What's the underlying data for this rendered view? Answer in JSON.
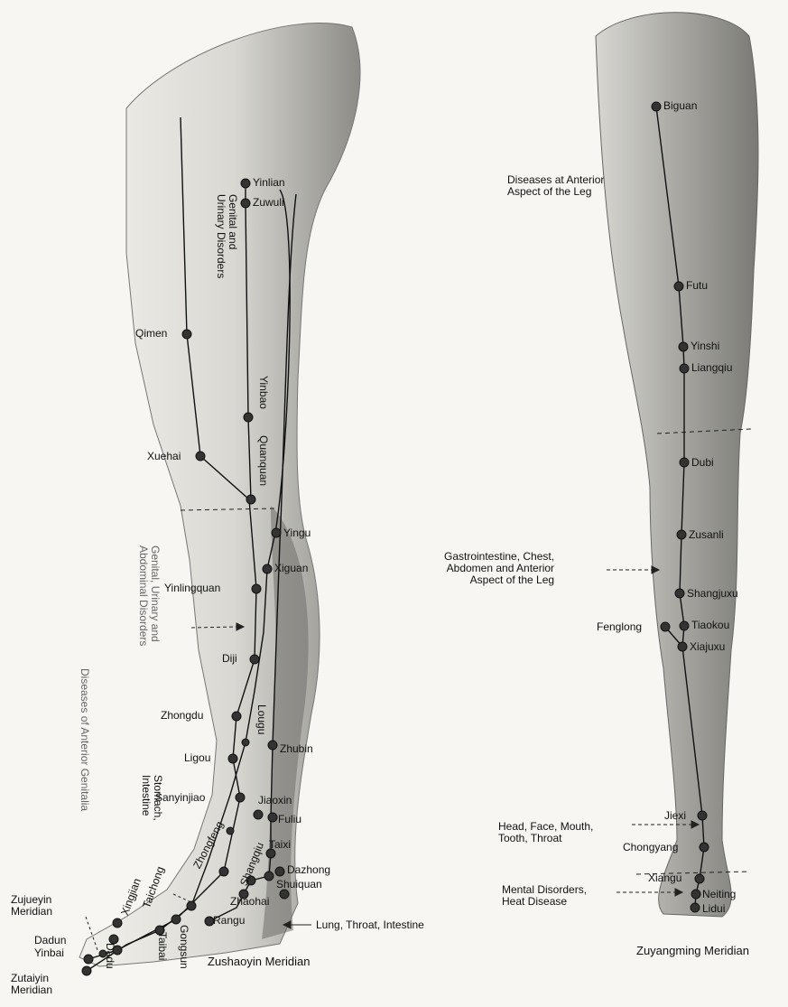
{
  "left_figure": {
    "title": "Zushaoyin Meridian",
    "side_labels": {
      "zujueyin": "Zujueyin\nMeridian",
      "zutaiyin": "Zutaiyin\nMeridian"
    },
    "regions": {
      "genital_urinary": "Genital and\nUrinary Disorders",
      "genital_urinary_abdominal": "Genital, Urinary and\nAbdominal Disorders",
      "anterior_genitalia": "Diseases of Anterior Genitalia",
      "stomach_intestine": "Stomach,\nIntestine",
      "lung_throat": "Lung, Throat, Intestine"
    },
    "points": {
      "yinlian": "Yinlian",
      "zuwuli": "Zuwuli",
      "qimen": "Qimen",
      "yinbao": "Yinbao",
      "xuehai": "Xuehai",
      "quanquan": "Quanquan",
      "yingu": "Yingu",
      "xiguan": "Xiguan",
      "yinlingquan": "Yinlingquan",
      "diji": "Diji",
      "zhongdu": "Zhongdu",
      "lougu": "Lougu",
      "zhubin": "Zhubin",
      "ligou": "Ligou",
      "sanyinjiao": "Sanyinjiao",
      "jiaoxin": "Jiaoxin",
      "fuliu": "Fuliu",
      "zhongfeng": "Zhongfeng",
      "shangqiu": "Shangqiu",
      "taixi": "Taixi",
      "dazhong": "Dazhong",
      "shuiquan": "Shuiquan",
      "taichong": "Taichong",
      "xingjian": "Xingjian",
      "zhaohai": "Zhaohai",
      "rangu": "Rangu",
      "dadun": "Dadun",
      "yinbai": "Yinbai",
      "dadu": "Dadu",
      "taibai": "Taibai",
      "gongsun": "Gongsun"
    }
  },
  "right_figure": {
    "title": "Zuyangming Meridian",
    "regions": {
      "anterior_leg": "Diseases at Anterior\nAspect of the Leg",
      "gastro": "Gastrointestine, Chest,\nAbdomen and Anterior\nAspect of the Leg",
      "head_face": "Head, Face, Mouth,\nTooth, Throat",
      "mental": "Mental Disorders,\nHeat Disease"
    },
    "points": {
      "biguan": "Biguan",
      "futu": "Futu",
      "yinshi": "Yinshi",
      "liangqiu": "Liangqiu",
      "dubi": "Dubi",
      "zusanli": "Zusanli",
      "shangjuxu": "Shangjuxu",
      "tiaokou": "Tiaokou",
      "fenglong": "Fenglong",
      "xiajuxu": "Xiajuxu",
      "jiexi": "Jiexi",
      "chongyang": "Chongyang",
      "xiangu": "Xiangu",
      "neiting": "Neiting",
      "lidui": "Lidui"
    }
  }
}
